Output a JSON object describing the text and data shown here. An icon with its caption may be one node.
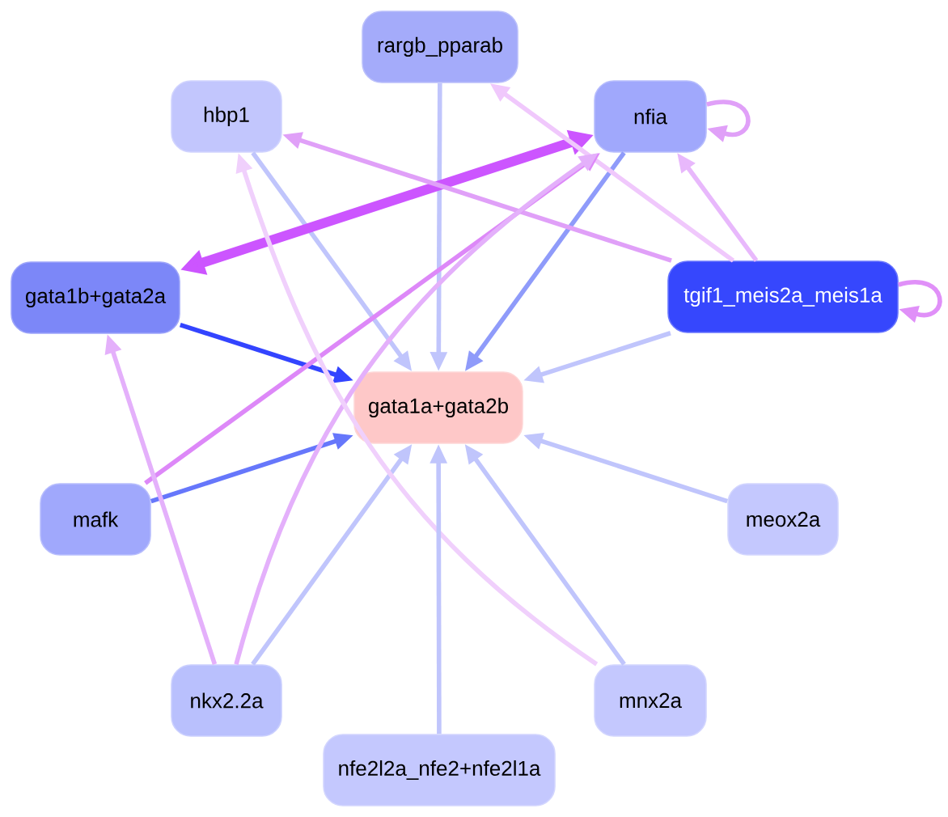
{
  "diagram": {
    "nodes": [
      {
        "text": [
          "rargb_pparab"
        ]
      },
      {
        "text": [
          "hbp1"
        ]
      },
      {
        "text": [
          "nfia"
        ]
      },
      {
        "text": [
          "gata1b+gata2a"
        ]
      },
      {
        "text": [
          "tgif1_meis2a_meis1a"
        ]
      },
      {
        "text": [
          "gata1a+gata2b"
        ]
      },
      {
        "text": [
          "mafk"
        ]
      },
      {
        "text": [
          "meox2a"
        ]
      },
      {
        "text": [
          "nkx2.2a"
        ]
      },
      {
        "text": [
          "mnx2a"
        ]
      },
      {
        "text": [
          "nfe2l2a_nfe2+nfe2l1a"
        ]
      }
    ],
    "edges": [
      {
        "from": 0,
        "to": 5,
        "arrow": "to"
      },
      {
        "from": 1,
        "to": 5,
        "arrow": "to"
      },
      {
        "from": 2,
        "to": 5,
        "arrow": "to",
        "color": "#8f9bfa"
      },
      {
        "from": 2,
        "to": 3,
        "arrow": "both",
        "style": "thick",
        "color": "#cc55ff"
      },
      {
        "from": 2,
        "to": 2,
        "arrow": "to",
        "color": "#e0a0f8"
      },
      {
        "from": 3,
        "to": 5,
        "arrow": "to",
        "color": "#3344ff"
      },
      {
        "from": 4,
        "to": 0,
        "arrow": "to",
        "color": "#f0c8fc"
      },
      {
        "from": 4,
        "to": 1,
        "arrow": "to",
        "color": "#e0a0f8"
      },
      {
        "from": 4,
        "to": 2,
        "arrow": "to",
        "color": "#e8b8fc"
      },
      {
        "from": 4,
        "to": 4,
        "arrow": "to",
        "color": "#e090f8"
      },
      {
        "from": 4,
        "to": 5,
        "arrow": "to"
      },
      {
        "from": 6,
        "to": 5,
        "arrow": "to",
        "color": "#6677fb"
      },
      {
        "from": 6,
        "to": 2,
        "arrow": "to",
        "color": "#dd88f8"
      },
      {
        "from": 7,
        "to": 5,
        "arrow": "to"
      },
      {
        "from": 8,
        "to": 3,
        "arrow": "to",
        "color": "#e4b0fb"
      },
      {
        "from": 8,
        "to": 2,
        "arrow": "to",
        "color": "#e4b0fb"
      },
      {
        "from": 8,
        "to": 5,
        "arrow": "to"
      },
      {
        "from": 9,
        "to": 1,
        "arrow": "to",
        "color": "#f0d0fc"
      },
      {
        "from": 9,
        "to": 5,
        "arrow": "to"
      },
      {
        "from": 10,
        "to": 5,
        "arrow": "to"
      }
    ]
  }
}
